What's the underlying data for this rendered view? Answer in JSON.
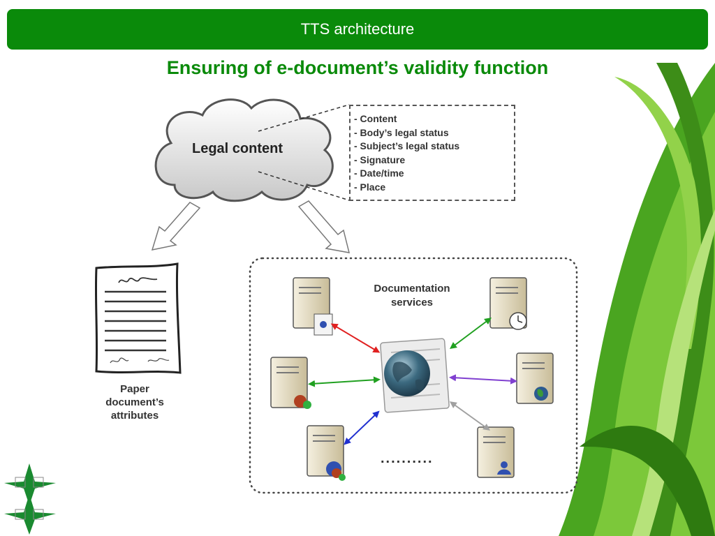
{
  "header": {
    "title": "TTS architecture"
  },
  "subtitle": "Ensuring of e-document’s validity function",
  "cloud": {
    "label": "Legal content"
  },
  "attributes": [
    "- Content",
    "- Body’s legal status",
    "- Subject’s legal status",
    "- Signature",
    "- Date/time",
    "- Place"
  ],
  "paper": {
    "label_lines": [
      "Paper",
      "document’s",
      "attributes"
    ]
  },
  "services": {
    "label_lines": [
      "Documentation",
      "services"
    ],
    "ellipsis": "..........",
    "nodes": [
      "certificate-server",
      "timestamp-server",
      "approval-server",
      "globe-server",
      "approval-user-server",
      "user-server"
    ]
  },
  "colors": {
    "brand_green": "#0a8a0a",
    "arrow_red": "#e02020",
    "arrow_green": "#20a020",
    "arrow_blue": "#2030d0",
    "arrow_purple": "#8040d0",
    "arrow_gray": "#a0a0a0"
  }
}
